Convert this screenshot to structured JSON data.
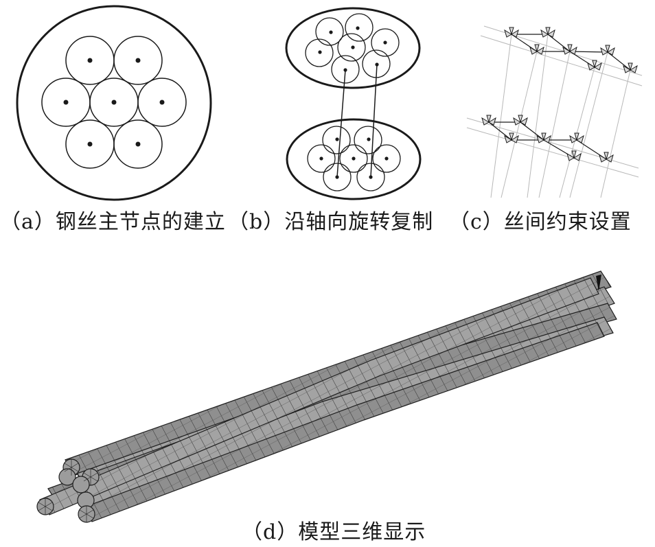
{
  "captions": {
    "a": "（a）钢丝主节点的建立",
    "b": "（b）沿轴向旋转复制",
    "c": "（c）丝间约束设置",
    "d": "（d）模型三维显示"
  },
  "colors": {
    "line": "#1a1a1a",
    "guide": "#b8b8b8",
    "wire_fill": "#8a8a8a",
    "wire_mesh": "#3a3a3a"
  }
}
